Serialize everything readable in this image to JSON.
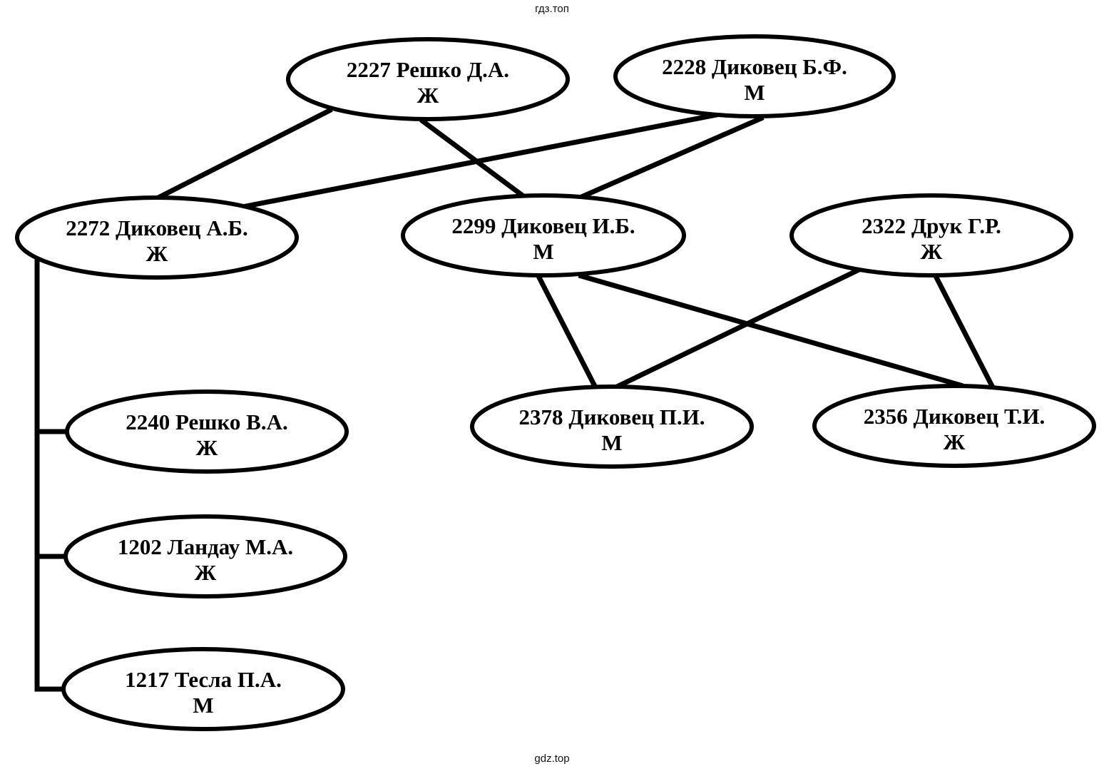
{
  "watermark": {
    "top": "гдз.топ",
    "bottom": "gdz.top"
  },
  "colors": {
    "line": "#000000",
    "background": "#ffffff"
  },
  "nodes": [
    {
      "id": "2227",
      "label": "2227 Решко Д.А.",
      "gender": "Ж"
    },
    {
      "id": "2228",
      "label": "2228 Диковец Б.Ф.",
      "gender": "М"
    },
    {
      "id": "2272",
      "label": "2272 Диковец А.Б.",
      "gender": "Ж"
    },
    {
      "id": "2299",
      "label": "2299 Диковец И.Б.",
      "gender": "М"
    },
    {
      "id": "2322",
      "label": "2322 Друк Г.Р.",
      "gender": "Ж"
    },
    {
      "id": "2378",
      "label": "2378 Диковец П.И.",
      "gender": "М"
    },
    {
      "id": "2356",
      "label": "2356 Диковец Т.И.",
      "gender": "Ж"
    },
    {
      "id": "2240",
      "label": "2240 Решко В.А.",
      "gender": "Ж"
    },
    {
      "id": "1202",
      "label": "1202 Ландау М.А.",
      "gender": "Ж"
    },
    {
      "id": "1217",
      "label": "1217 Тесла П.А.",
      "gender": "М"
    }
  ],
  "edges": [
    {
      "from": "2227",
      "to": "2272"
    },
    {
      "from": "2227",
      "to": "2299"
    },
    {
      "from": "2228",
      "to": "2272"
    },
    {
      "from": "2228",
      "to": "2299"
    },
    {
      "from": "2299",
      "to": "2378"
    },
    {
      "from": "2299",
      "to": "2356"
    },
    {
      "from": "2322",
      "to": "2378"
    },
    {
      "from": "2322",
      "to": "2356"
    },
    {
      "from": "2272",
      "to": "2240"
    },
    {
      "from": "2272",
      "to": "1202"
    },
    {
      "from": "2272",
      "to": "1217"
    }
  ]
}
